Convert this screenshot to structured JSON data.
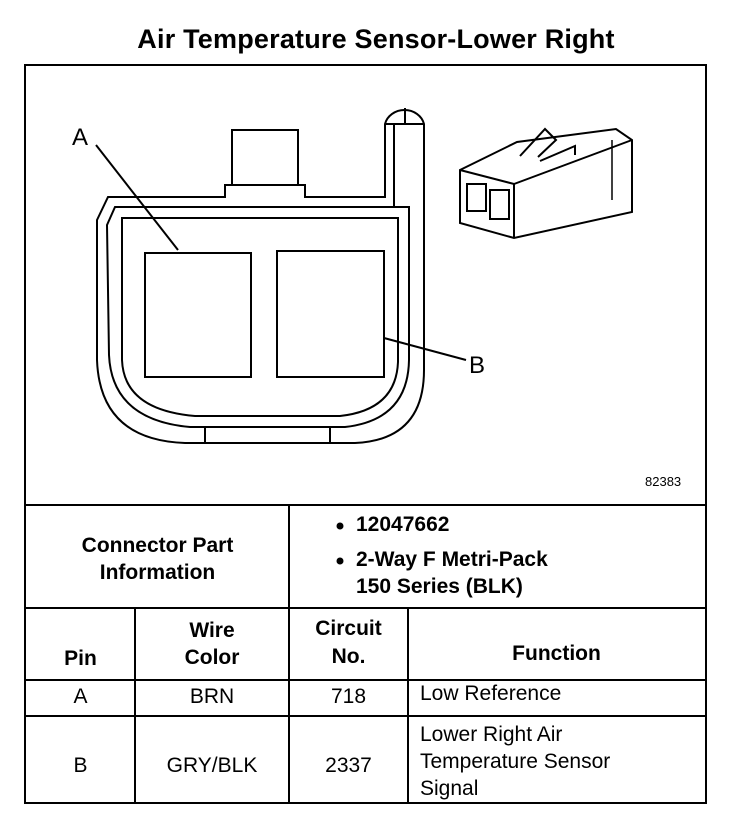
{
  "title": "Air Temperature Sensor-Lower Right",
  "diagram": {
    "label_a": "A",
    "label_b": "B",
    "figure_number": "82383"
  },
  "connector_info": {
    "heading_line1": "Connector Part",
    "heading_line2": "Information",
    "part_number": "12047662",
    "description_line1": "2-Way F Metri-Pack",
    "description_line2": "150 Series (BLK)"
  },
  "table": {
    "headers": {
      "pin": "Pin",
      "wire_color_line1": "Wire",
      "wire_color_line2": "Color",
      "circuit_line1": "Circuit",
      "circuit_line2": "No.",
      "function": "Function"
    },
    "rows": [
      {
        "pin": "A",
        "wire_color": "BRN",
        "circuit": "718",
        "function_lines": [
          "Low Reference"
        ]
      },
      {
        "pin": "B",
        "wire_color": "GRY/BLK",
        "circuit": "2337",
        "function_lines": [
          "Lower Right Air",
          "Temperature Sensor",
          "Signal"
        ]
      }
    ]
  }
}
